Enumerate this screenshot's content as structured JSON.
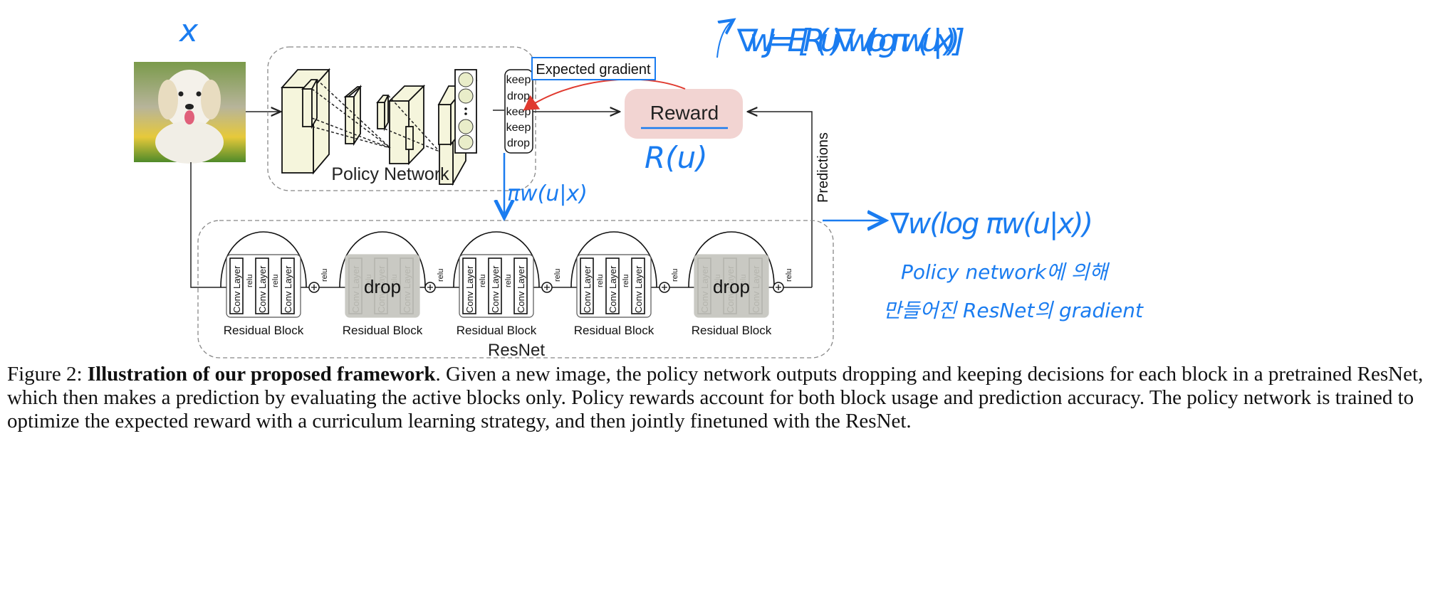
{
  "figure": {
    "input_label": "x",
    "policy_network_label": "Policy Network",
    "decisions": [
      "keep",
      "drop",
      "keep",
      "keep",
      "drop"
    ],
    "expected_gradient_label": "Expected gradient",
    "reward_label": "Reward",
    "reward_annotation": "R(u)",
    "policy_annotation": "πw(u|x)",
    "predictions_label": "Predictions",
    "resnet_label": "ResNet",
    "conv_layer_label": "Conv Layer",
    "relu_label": "relu",
    "drop_label": "drop",
    "blocks": [
      {
        "label": "Residual Block",
        "state": "keep"
      },
      {
        "label": "Residual Block",
        "state": "drop"
      },
      {
        "label": "Residual Block",
        "state": "keep"
      },
      {
        "label": "Residual Block",
        "state": "keep"
      },
      {
        "label": "Residual Block",
        "state": "drop"
      }
    ],
    "formula_top": "∇wJ = E[ R(u)∇w(log πw(u|x)) ]",
    "formula_right": "∇w(log πw(u|x))",
    "note_line1": "Policy network에 의해",
    "note_line2": "만들어진 ResNet의 gradient",
    "colors": {
      "annotation": "#1a7cf0",
      "reward_fill": "#f2d4d2",
      "layer_fill": "#f5f5dc",
      "dropped_fill": "#c9c9c3",
      "gradient_arrow": "#e03a2f"
    }
  },
  "caption": {
    "prefix": "Figure 2: ",
    "title": "Illustration of our proposed framework",
    "body": ". Given a new image, the policy network outputs dropping and keeping decisions for each block in a pretrained ResNet, which then makes a prediction by evaluating the active blocks only. Policy rewards account for both block usage and prediction accuracy. The policy network is trained to optimize the expected reward with a curriculum learning strategy, and then jointly finetuned with the ResNet."
  }
}
